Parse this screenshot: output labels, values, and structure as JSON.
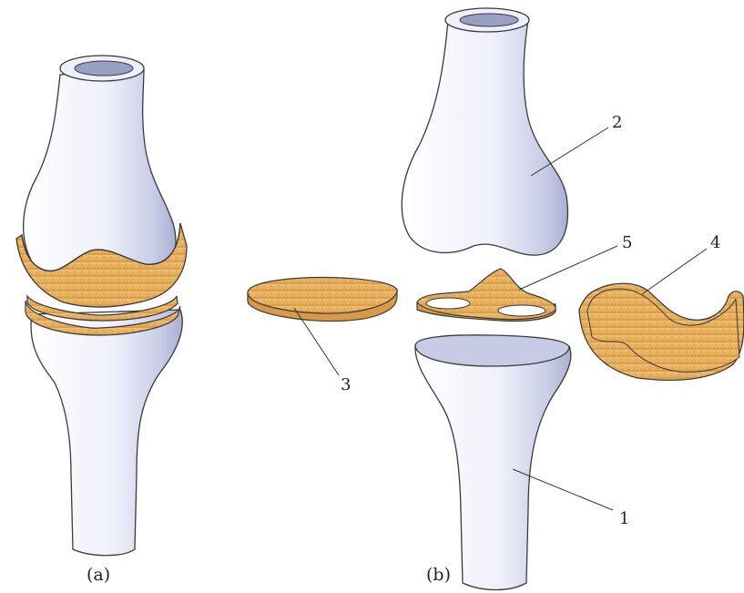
{
  "panels": {
    "a": {
      "caption": "(a)"
    },
    "b": {
      "caption": "(b)"
    }
  },
  "callouts": {
    "tibia": "1",
    "femur": "2",
    "disc": "3",
    "femoral_cartilage": "4",
    "tibial_cartilage": "5"
  },
  "colors": {
    "bone": "#eef0fb",
    "bone_shade": "#b9bedb",
    "cartilage": "#e7b35e",
    "cartilage_dark": "#c58a35",
    "outline": "#3a3a3a",
    "bore": "#9aa0c4"
  }
}
